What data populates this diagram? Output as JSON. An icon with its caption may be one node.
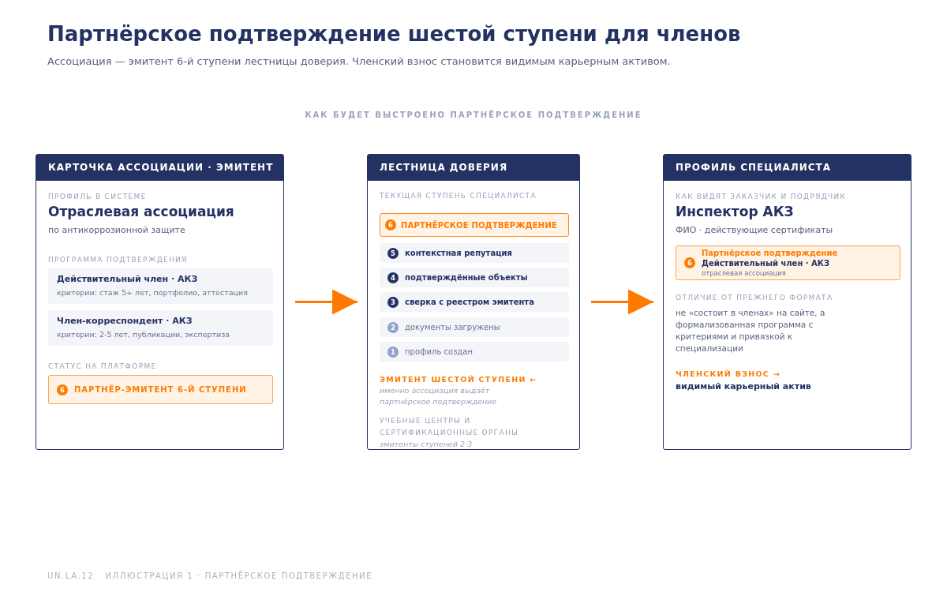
{
  "diagram": {
    "title": "Партнёрское подтверждение шестой ступени для членов",
    "nodes": [
      {
        "text": [
          "КАРТОЧКА АССОЦИАЦИИ · ЭМИТЕНТ",
          "ПРОФИЛЬ В СИСТЕМЕ",
          "Отраслевая ассоциация",
          "по антикоррозионной защите",
          "ПРОГРАММА ПОДТВЕРЖДЕНИЯ",
          "СТАТУС НА ПЛАТФОРМЕ"
        ]
      },
      {
        "text": [
          "Действительный член · АКЗ",
          "критерии: стаж 5+ лет, портфолио, аттестация"
        ],
        "in": 0
      },
      {
        "text": [
          "Член-корреспондент · АКЗ",
          "критерии: 2-5 лет, публикации, экспертиза"
        ],
        "in": 0
      },
      {
        "text": [
          "6",
          "ПАРТНЁР-ЭМИТЕНТ 6-Й СТУПЕНИ"
        ],
        "in": 0
      },
      {
        "text": [
          "ЛЕСТНИЦА ДОВЕРИЯ",
          "ТЕКУЩАЯ СТУПЕНЬ СПЕЦИАЛИСТА",
          "ЭМИТЕНТ ШЕСТОЙ СТУПЕНИ ←",
          "именно ассоциация выдаёт партнёрское подтверждение",
          "УЧЕБНЫЕ ЦЕНТРЫ И СЕРТИФИКАЦИОННЫЕ ОРГАНЫ",
          "эмитенты ступеней 2-3"
        ]
      },
      {
        "text": [
          "6",
          "ПАРТНЁРСКОЕ ПОДТВЕРЖДЕНИЕ"
        ],
        "in": 4
      },
      {
        "text": [
          "5",
          "контекстная репутация"
        ],
        "in": 4
      },
      {
        "text": [
          "4",
          "подтверждённые объекты"
        ],
        "in": 4
      },
      {
        "text": [
          "3",
          "сверка с реестром эмитента"
        ],
        "in": 4
      },
      {
        "text": [
          "2",
          "документы загружены"
        ],
        "in": 4
      },
      {
        "text": [
          "1",
          "профиль создан"
        ],
        "in": 4
      },
      {
        "text": [
          "ПРОФИЛЬ СПЕЦИАЛИСТА",
          "КАК ВИДЯТ ЗАКАЗЧИК И ПОДРЯДЧИК",
          "Инспектор АКЗ",
          "ФИО · действующие сертификаты",
          "ОТЛИЧИЕ ОТ ПРЕЖНЕГО ФОРМАТА",
          "не «состоит в членах» на сайте, а формализованная программа с критериями и привязкой к специализации",
          "ЧЛЕНСКИЙ ВЗНОС →",
          "видимый карьерный актив"
        ]
      },
      {
        "text": [
          "6",
          "Партнёрское подтверждение",
          "Действительный член · АКЗ",
          "отраслевая ассоциация"
        ],
        "in": 11
      }
    ],
    "edges": [
      {
        "from": 0,
        "to": 4,
        "arrow": "to"
      },
      {
        "from": 4,
        "to": 11,
        "arrow": "to"
      }
    ],
    "labels": [
      "Ассоциация — эмитент 6-й ступени лестницы доверия. Членский взнос становится видимым карьерным активом.",
      "КАК БУДЕТ ВЫСТРОЕНО ПАРТНЁРСКОЕ ПОДТВЕРЖДЕНИЕ",
      "UN.LA.12 · ИЛЛЮСТРАЦИЯ 1 · ПАРТНЁРСКОЕ ПОДТВЕРЖДЕНИЕ"
    ]
  }
}
